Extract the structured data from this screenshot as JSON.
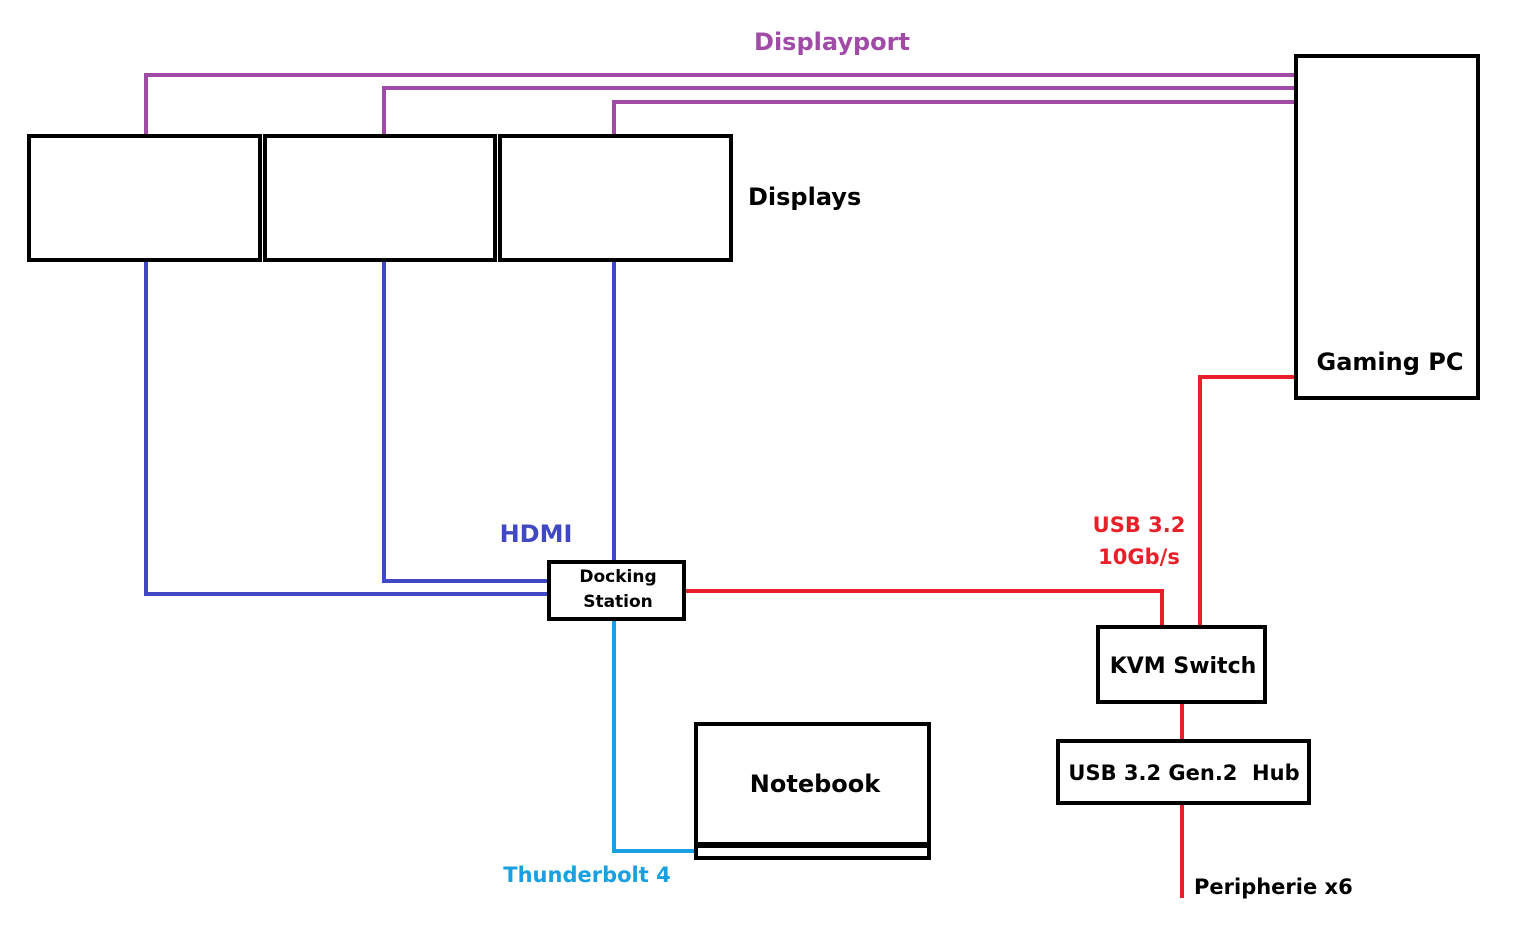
{
  "labels": {
    "displayport": "Displayport",
    "displays": "Displays",
    "gaming_pc": "Gaming PC",
    "hdmi": "HDMI",
    "docking_line1": "Docking",
    "docking_line2": "Station",
    "usb_line1": "USB 3.2",
    "usb_line2": "10Gb/s",
    "kvm_switch": "KVM Switch",
    "usb_hub": "USB 3.2 Gen.2  Hub",
    "notebook": "Notebook",
    "thunderbolt": "Thunderbolt 4",
    "peripherie": "Peripherie x6"
  },
  "colors": {
    "displayport": "#a04ca6",
    "hdmi": "#4048c4",
    "usb": "#e8202a",
    "thunderbolt": "#1aa0e0",
    "box": "#000000"
  }
}
